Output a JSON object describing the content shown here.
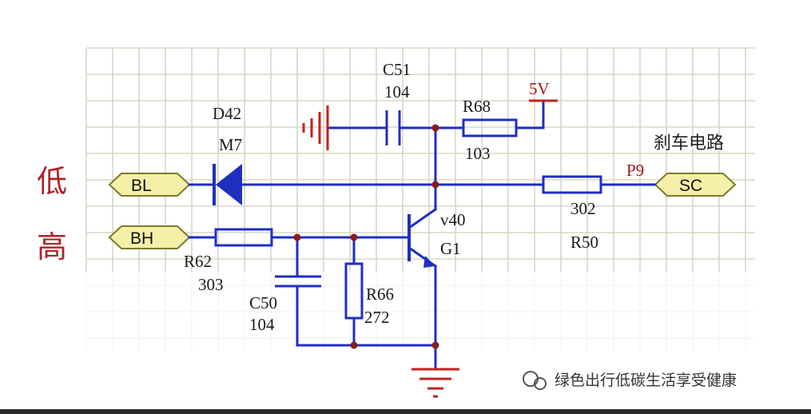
{
  "diagram": {
    "side_labels": {
      "low": "低",
      "high": "高"
    },
    "brake_title": "刹车电路",
    "ports": {
      "bl": "BL",
      "bh": "BH",
      "sc": "SC"
    },
    "net_label": "P9",
    "supply_label": "5V",
    "components": {
      "d42": {
        "ref": "D42",
        "value": "M7"
      },
      "c51": {
        "ref": "C51",
        "value": "104"
      },
      "r68": {
        "ref": "R68",
        "value": "103"
      },
      "r50": {
        "ref": "R50",
        "value": "302"
      },
      "r62": {
        "ref": "R62",
        "value": "303"
      },
      "c50": {
        "ref": "C50",
        "value": "104"
      },
      "r66": {
        "ref": "R66",
        "value": "272"
      },
      "q": {
        "ref": "v40",
        "value": "G1"
      }
    },
    "watermark": "绿色出行低碳生活享受健康",
    "colors": {
      "wire": "#1f2fbf",
      "junction": "#8a1c1c",
      "ground": "#c0221f",
      "port_fill": "#f5f0a8",
      "grid": "#d7d7c7"
    }
  }
}
